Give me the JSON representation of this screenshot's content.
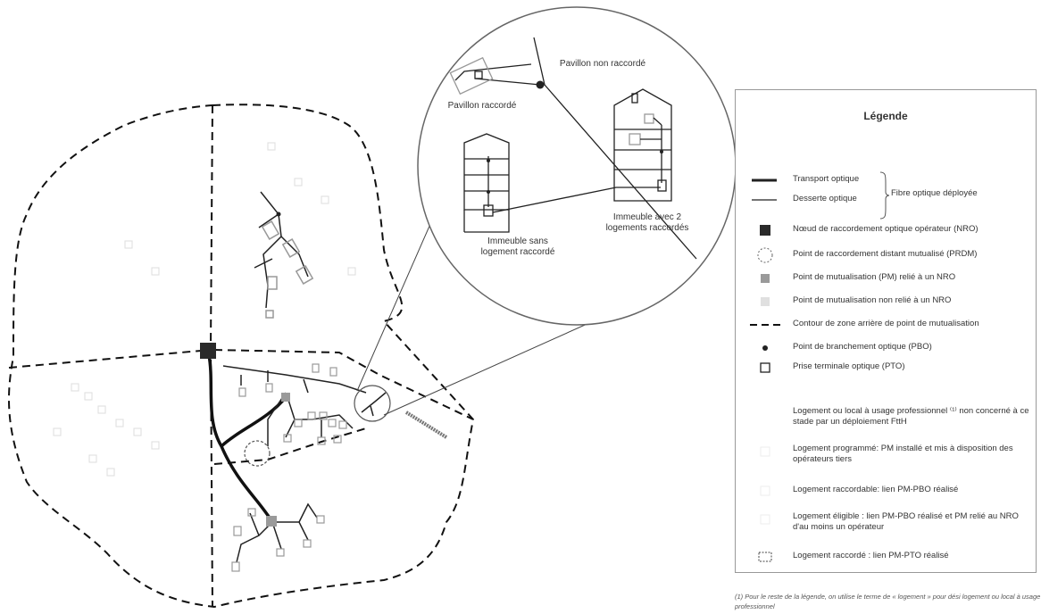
{
  "zoom_labels": {
    "pavillon_non_raccorde": "Pavillon non raccordé",
    "pavillon_raccorde": "Pavillon raccordé",
    "immeuble_2_logements": "Immeuble avec 2 logements raccordés",
    "immeuble_sans_logement": "Immeuble sans logement raccordé"
  },
  "legend": {
    "title": "Légende",
    "group_label": "Fibre optique déployée",
    "items": [
      {
        "label": "Transport optique",
        "symbol": "thick-line"
      },
      {
        "label": "Desserte optique",
        "symbol": "thin-line"
      },
      {
        "label": "Nœud de raccordement optique opérateur (NRO)",
        "symbol": "black-square"
      },
      {
        "label": "Point de raccordement distant mutualisé (PRDM)",
        "symbol": "dashed-circle"
      },
      {
        "label": "Point de mutualisation (PM) relié à un NRO",
        "symbol": "grey-square"
      },
      {
        "label": "Point de mutualisation non relié à un NRO",
        "symbol": "light-square"
      },
      {
        "label": "Contour de zone arrière de point de mutualisation",
        "symbol": "dashed-line"
      },
      {
        "label": "Point de branchement optique (PBO)",
        "symbol": "dot"
      },
      {
        "label": "Prise terminale optique (PTO)",
        "symbol": "open-square"
      },
      {
        "label": "Logement ou local à usage professionnel ⁽¹⁾ non concerné à ce stade par un déploiement FttH",
        "symbol": "house-white"
      },
      {
        "label": "Logement programmé: PM installé et mis à disposition des opérateurs tiers",
        "symbol": "house-faint"
      },
      {
        "label": "Logement raccordable: lien PM-PBO réalisé",
        "symbol": "house-faint"
      },
      {
        "label": "Logement éligible : lien PM-PBO réalisé et PM relié au NRO d'au moins un opérateur",
        "symbol": "house-faint"
      },
      {
        "label": "Logement raccordé : lien PM-PTO réalisé",
        "symbol": "house-dashed"
      }
    ]
  },
  "footnote": "(1) Pour le reste de la légende, on utilise le terme de « logement » pour dési logement ou local à usage professionnel",
  "colors": {
    "line": "#333333",
    "pm_grey": "#9a9a9a",
    "pm_light": "#d8d8d8",
    "nro": "#2a2a2a"
  }
}
